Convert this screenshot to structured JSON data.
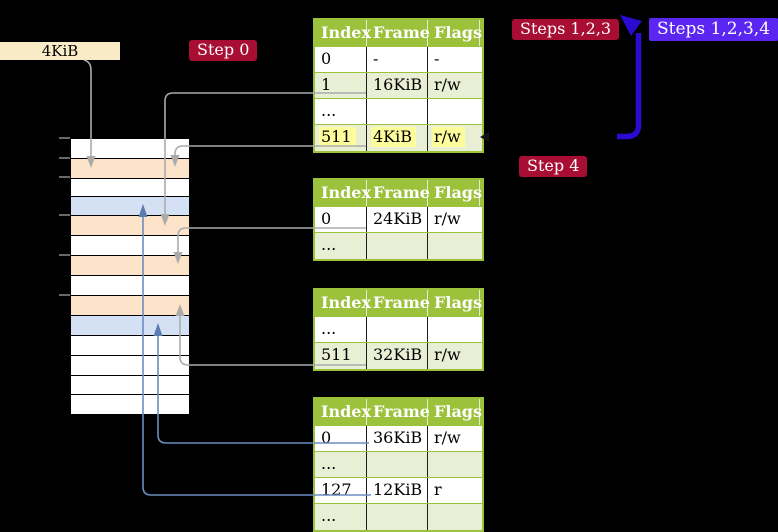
{
  "frame_size_label": "4KiB",
  "badges": [
    {
      "text": "Step 0",
      "type": "red"
    },
    {
      "text": "Steps 1,2,3",
      "type": "red"
    },
    {
      "text": "Steps 1,2,3,4",
      "type": "purple"
    },
    {
      "text": "Step 4",
      "type": "red"
    }
  ],
  "tables": [
    {
      "name": "page-table-1",
      "headers": [
        "Index",
        "Frame",
        "Flags"
      ],
      "rows": [
        {
          "cells": [
            "0",
            "-",
            "-"
          ]
        },
        {
          "cells": [
            "1",
            "16KiB",
            "r/w"
          ]
        },
        {
          "cells": [
            "...",
            "",
            ""
          ]
        },
        {
          "cells": [
            "511",
            "4KiB",
            "r/w"
          ],
          "highlight": true
        }
      ]
    },
    {
      "name": "page-table-2",
      "headers": [
        "Index",
        "Frame",
        "Flags"
      ],
      "rows": [
        {
          "cells": [
            "0",
            "24KiB",
            "r/w"
          ]
        },
        {
          "cells": [
            "...",
            "",
            ""
          ]
        }
      ]
    },
    {
      "name": "page-table-3",
      "headers": [
        "Index",
        "Frame",
        "Flags"
      ],
      "rows": [
        {
          "cells": [
            "...",
            "",
            ""
          ]
        },
        {
          "cells": [
            "511",
            "32KiB",
            "r/w"
          ]
        }
      ]
    },
    {
      "name": "page-table-4",
      "headers": [
        "Index",
        "Frame",
        "Flags"
      ],
      "rows": [
        {
          "cells": [
            "0",
            "36KiB",
            "r/w"
          ]
        },
        {
          "cells": [
            "...",
            "",
            ""
          ]
        },
        {
          "cells": [
            "127",
            "12KiB",
            "r"
          ]
        },
        {
          "cells": [
            "...",
            "",
            ""
          ]
        }
      ]
    }
  ],
  "memory_column": {
    "rows": [
      "white",
      "peach",
      "white",
      "blue",
      "peach",
      "white",
      "peach",
      "white",
      "peach",
      "blue",
      "white",
      "white",
      "white",
      "white"
    ]
  },
  "colors": {
    "table_header_green": "#9CC23C",
    "table_alt_row": "#E9EFD5",
    "highlight_yellow": "#FDFD9C",
    "frame_peach": "#FCE3C9",
    "frame_blue": "#D4E1F4",
    "frame_label_cream": "#FAEBC7",
    "step_badge_red": "#A80D33",
    "steps_badge_purple": "#5B26F2",
    "big_arrow_blue": "#2A0BD2",
    "connector_gray": "#ABABAB",
    "connector_steel_blue": "#6C8EBF",
    "background": "#000000"
  }
}
